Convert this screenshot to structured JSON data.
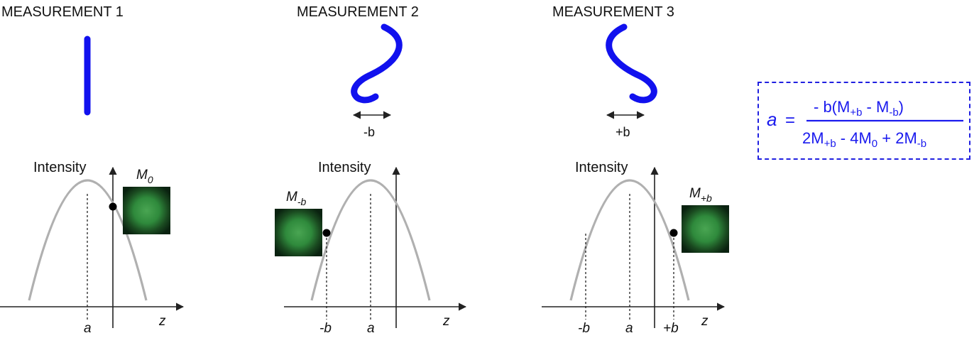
{
  "panels": [
    {
      "title": "MEASUREMENT 1",
      "axis_label_intensity": "Intensity",
      "axis_label_z": "z",
      "a_label": "a",
      "mark_label_main": "M",
      "mark_label_sub": "0",
      "shift_label": "",
      "tick_left_label": "",
      "tick_right_label": ""
    },
    {
      "title": "MEASUREMENT 2",
      "axis_label_intensity": "Intensity",
      "axis_label_z": "z",
      "a_label": "a",
      "mark_label_main": "M",
      "mark_label_sub": "-b",
      "shift_label": "-b",
      "tick_left_label": "-b",
      "tick_right_label": ""
    },
    {
      "title": "MEASUREMENT 3",
      "axis_label_intensity": "Intensity",
      "axis_label_z": "z",
      "a_label": "a",
      "mark_label_main": "M",
      "mark_label_sub": "+b",
      "shift_label": "+b",
      "tick_left_label": "-b",
      "tick_right_label": "+b"
    }
  ],
  "formula": {
    "lhs": "a",
    "equals": "=",
    "num_prefix": "-  b(M",
    "num_sub1": "+b",
    "num_mid": " - M",
    "num_sub2": "-b",
    "num_suffix": ")",
    "den_p1": "2M",
    "den_s1": "+b",
    "den_p2": " - 4M",
    "den_s2": "0",
    "den_p3": " + 2M",
    "den_s3": "-b"
  },
  "colors": {
    "wire": "#1111ee",
    "curve": "#b0b0b0",
    "axis": "#222222",
    "formula": "#1a1aee",
    "spot_dark": "#0c2a10",
    "spot_light": "#3f9a48"
  }
}
